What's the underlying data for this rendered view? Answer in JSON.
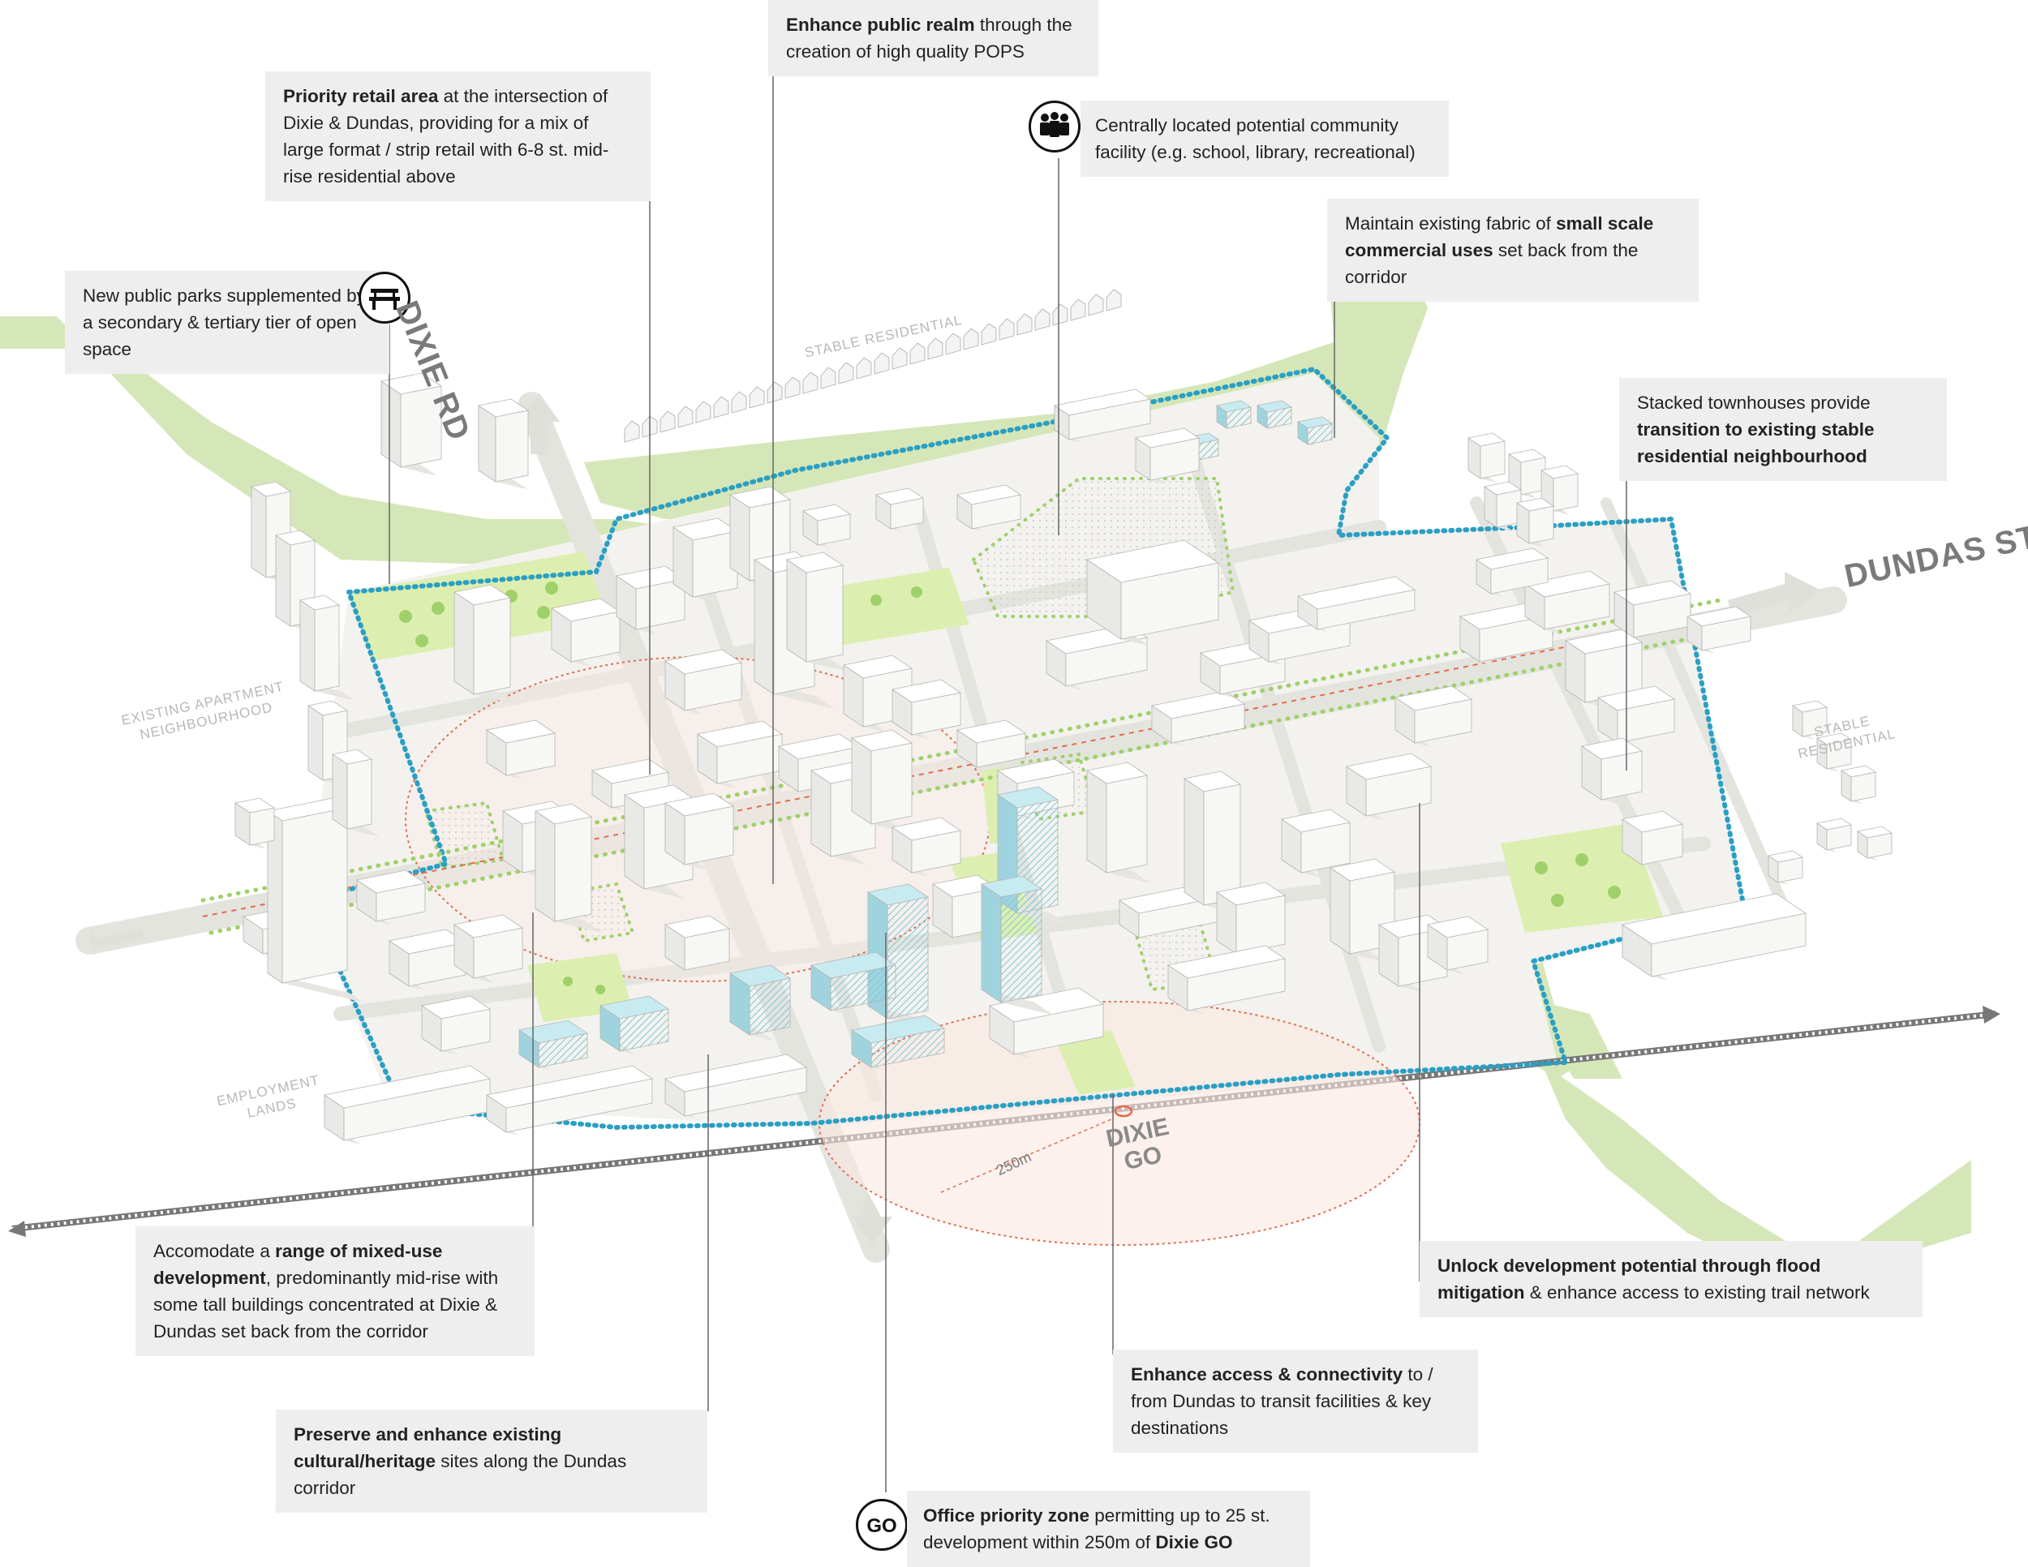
{
  "callouts": {
    "public_realm": {
      "bold": "Enhance public realm",
      "text": " through the creation of high quality POPS"
    },
    "priority_retail": {
      "bold": "Priority retail area",
      "text": " at the intersection of Dixie & Dundas, providing for a mix of large format / strip retail with 6-8 st. mid-rise residential above"
    },
    "community_facility": {
      "text": "Centrally located potential community facility (e.g. school, library, recreational)"
    },
    "small_scale": {
      "pre": "Maintain existing fabric of ",
      "bold": "small scale commercial uses",
      "post": " set back from the corridor"
    },
    "parks": {
      "text": "New public parks supplemented by a secondary & tertiary tier of open space"
    },
    "townhouses": {
      "pre": "Stacked townhouses provide ",
      "bold": "transition to existing stable residential neighbourhood"
    },
    "mixed_use": {
      "pre": "Accomodate a ",
      "bold": "range of mixed-use development",
      "post": ", predominantly mid-rise with some tall buildings concentrated at Dixie & Dundas set back from the corridor"
    },
    "flood": {
      "bold": "Unlock development potential through flood mitigation",
      "post": " & enhance access to existing trail network"
    },
    "connectivity": {
      "bold": "Enhance access & connectivity",
      "post": " to / from Dundas  to transit facilities & key destinations"
    },
    "heritage": {
      "bold": "Preserve and enhance existing cultural/heritage",
      "post": " sites along the Dundas corridor"
    },
    "office": {
      "bold": "Office priority zone",
      "mid": " permitting up to 25 st. development within 250m of ",
      "bold2": "Dixie GO"
    }
  },
  "map_labels": {
    "dixie_rd": "DIXIE RD",
    "dundas_st": "DUNDAS ST",
    "stable_residential_north": "STABLE RESIDENTIAL",
    "existing_apartment": "EXISTING APARTMENT NEIGHBOURHOOD",
    "stable_residential_east": "STABLE RESIDENTIAL",
    "employment_lands": "EMPLOYMENT LANDS",
    "dixie_go": "DIXIE GO",
    "radius": "250m"
  },
  "icons": [
    "bench-icon",
    "community-people-icon",
    "go-transit-icon"
  ],
  "colors": {
    "green_space": "#d4e6b5",
    "park_fill": "#dcefb0",
    "boundary": "#2a9fc4",
    "dundas_corridor": "#e36b4b",
    "office_highlight": "#a9dde8",
    "road": "#e8e8e3",
    "callout_bg": "#eeeeee"
  }
}
